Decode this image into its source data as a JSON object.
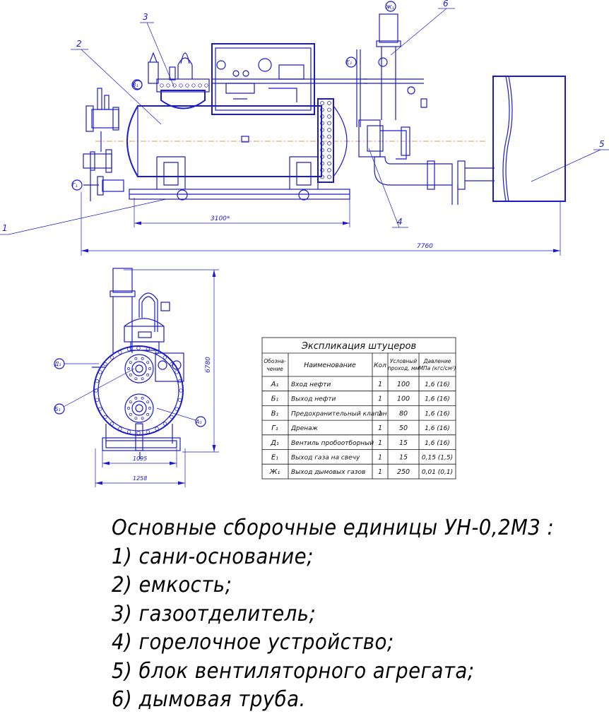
{
  "labels": {
    "callouts": [
      "1",
      "2",
      "3",
      "4",
      "5",
      "6"
    ],
    "ports": {
      "a": "А₁",
      "b": "Б₁",
      "v": "В₁",
      "g": "Г₁",
      "d": "Д₁",
      "e": "Е₁",
      "zh": "Ж₁"
    },
    "dims": {
      "d3100": "3100*",
      "d7760": "7760",
      "d6780": "6780",
      "d1095": "1095",
      "d1258": "1258"
    }
  },
  "table": {
    "title": "Экспликация штуцеров",
    "headers": {
      "designation": "Обозна-\nчение",
      "name": "Наименование",
      "qty": "Кол",
      "dn": "Условный\nпроход, мм",
      "pressure": "Давление\nМПа (кгс/см²)"
    },
    "rows": [
      {
        "designation": "А₁",
        "name": "Вход нефти",
        "qty": "1",
        "dn": "100",
        "pressure": "1,6 (16)"
      },
      {
        "designation": "Б₁",
        "name": "Выход нефти",
        "qty": "1",
        "dn": "100",
        "pressure": "1,6 (16)"
      },
      {
        "designation": "В₁",
        "name": "Предохранительный клапан",
        "qty": "1",
        "dn": "80",
        "pressure": "1,6 (16)"
      },
      {
        "designation": "Г₁",
        "name": "Дренаж",
        "qty": "1",
        "dn": "50",
        "pressure": "1,6 (16)"
      },
      {
        "designation": "Д₁",
        "name": "Вентиль пробоотборный",
        "qty": "1",
        "dn": "15",
        "pressure": "1,6 (16)"
      },
      {
        "designation": "Е₁",
        "name": "Выход газа на свечу",
        "qty": "1",
        "dn": "15",
        "pressure": "0,15 (1,5)"
      },
      {
        "designation": "Ж₁",
        "name": "Выход дымовых газов",
        "qty": "1",
        "dn": "250",
        "pressure": "0,01 (0,1)"
      }
    ]
  },
  "caption": {
    "heading": "Основные сборочные единицы УН-0,2М3 :",
    "items": [
      "1) сани-основание;",
      "2) емкость;",
      "3) газоотделитель;",
      "4) горелочное устройство;",
      "5) блок вентиляторного агрегата;",
      "6) дымовая труба."
    ]
  }
}
